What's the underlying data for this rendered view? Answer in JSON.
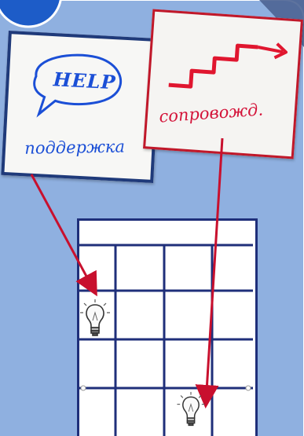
{
  "help_card": {
    "bubble_text": "HELP",
    "caption": "поддержка",
    "ink_color": "#1b4fd6",
    "frame_color": "#1f3a7a"
  },
  "stairs_card": {
    "caption": "сопровожд.",
    "ink_color": "#d4143a",
    "frame_color": "#c0182a"
  },
  "grid": {
    "columns": 4,
    "rows": 4,
    "line_color": "#1f2f7a"
  },
  "icons": [
    "lightbulb-icon",
    "lightbulb-icon",
    "arrow-icon",
    "arrow-icon",
    "stairs-icon",
    "speech-bubble-icon"
  ],
  "colors": {
    "background": "#8fb0e0",
    "arrow": "#c8102e"
  }
}
